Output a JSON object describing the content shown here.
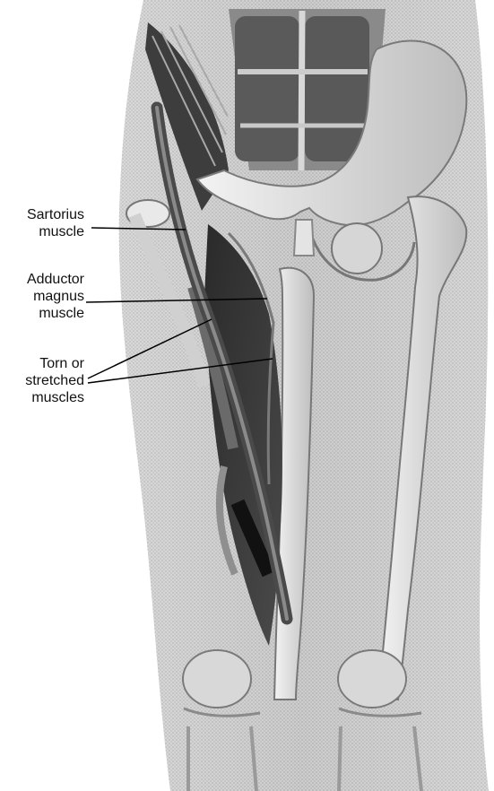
{
  "diagram": {
    "labels": {
      "sartorius": {
        "line1": "Sartorius",
        "line2": "muscle"
      },
      "adductor": {
        "line1": "Adductor",
        "line2": "magnus",
        "line3": "muscle"
      },
      "torn": {
        "line1": "Torn or",
        "line2": "stretched",
        "line3": "muscles"
      }
    }
  }
}
